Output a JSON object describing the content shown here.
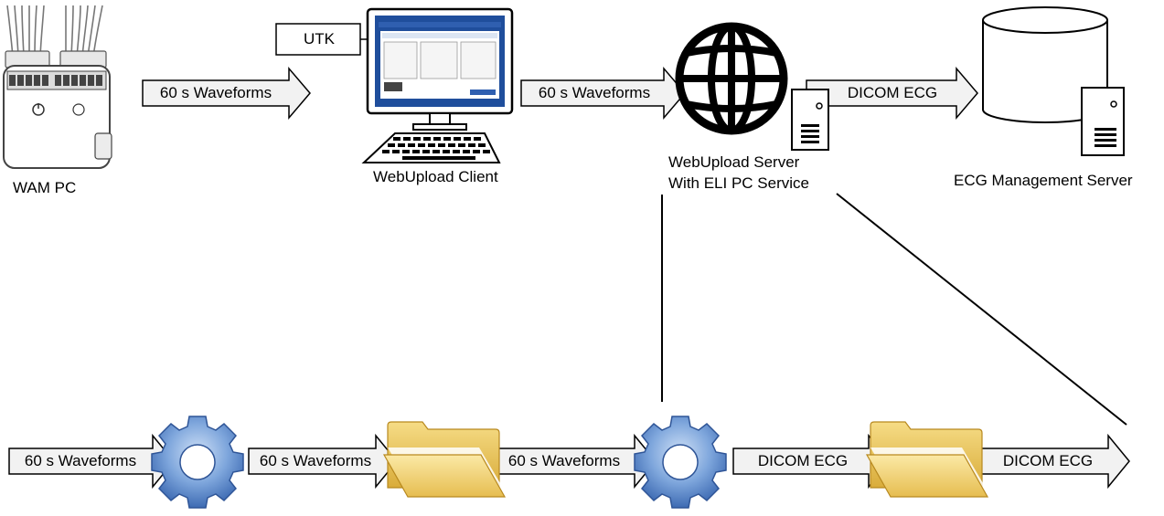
{
  "nodes": {
    "wam_pc": "WAM PC",
    "utk": "UTK",
    "webupload_client": "WebUpload Client",
    "webupload_server_line1": "WebUpload Server",
    "webupload_server_line2": "With ELI PC Service",
    "ecg_management_server": "ECG Management Server"
  },
  "top_arrows": {
    "a1": "60 s Waveforms",
    "a2": "60 s Waveforms",
    "a3": "DICOM ECG"
  },
  "bottom_arrows": {
    "b1": "60 s Waveforms",
    "b2": "60 s Waveforms",
    "b3": "60 s Waveforms",
    "b4": "DICOM ECG",
    "b5": "DICOM ECG"
  },
  "colors": {
    "arrow_fill": "#f2f2f2",
    "gear_blue": "#5b86c8",
    "folder_yellow": "#f2cf63",
    "screen_blue": "#1f4e9c",
    "stroke": "#000000"
  }
}
